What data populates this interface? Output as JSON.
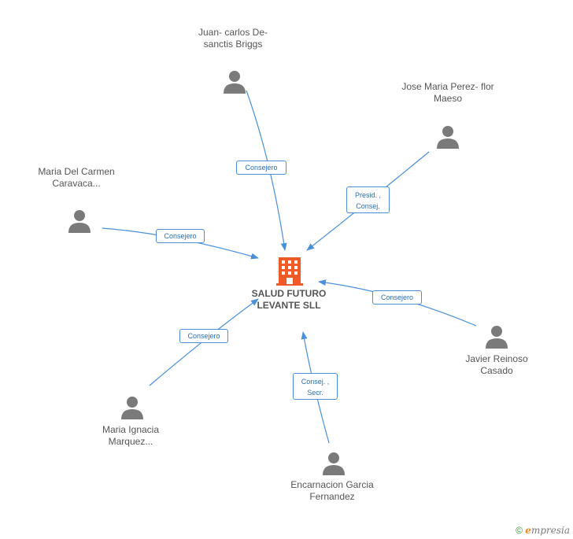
{
  "company": {
    "name": "SALUD FUTURO LEVANTE SLL",
    "icon": "building-icon",
    "color": "#f05a28"
  },
  "edge_color": "#4a90d9",
  "nodes": [
    {
      "id": "juan",
      "name": "Juan- carlos De-sanctis Briggs",
      "role": "Consejero"
    },
    {
      "id": "jose",
      "name": "Jose Maria Perez- flor Maeso",
      "role": "Presid. , Consej."
    },
    {
      "id": "maria-carmen",
      "name": "Maria Del Carmen Caravaca...",
      "role": "Consejero"
    },
    {
      "id": "javier",
      "name": "Javier Reinoso Casado",
      "role": "Consejero"
    },
    {
      "id": "maria-ignacia",
      "name": "Maria Ignacia Marquez...",
      "role": "Consejero"
    },
    {
      "id": "encarnacion",
      "name": "Encarnacion Garcia Fernandez",
      "role": "Consej. , Secr."
    }
  ],
  "footer": {
    "copyright": "©",
    "brand_initial": "e",
    "brand_rest": "mpresia"
  }
}
